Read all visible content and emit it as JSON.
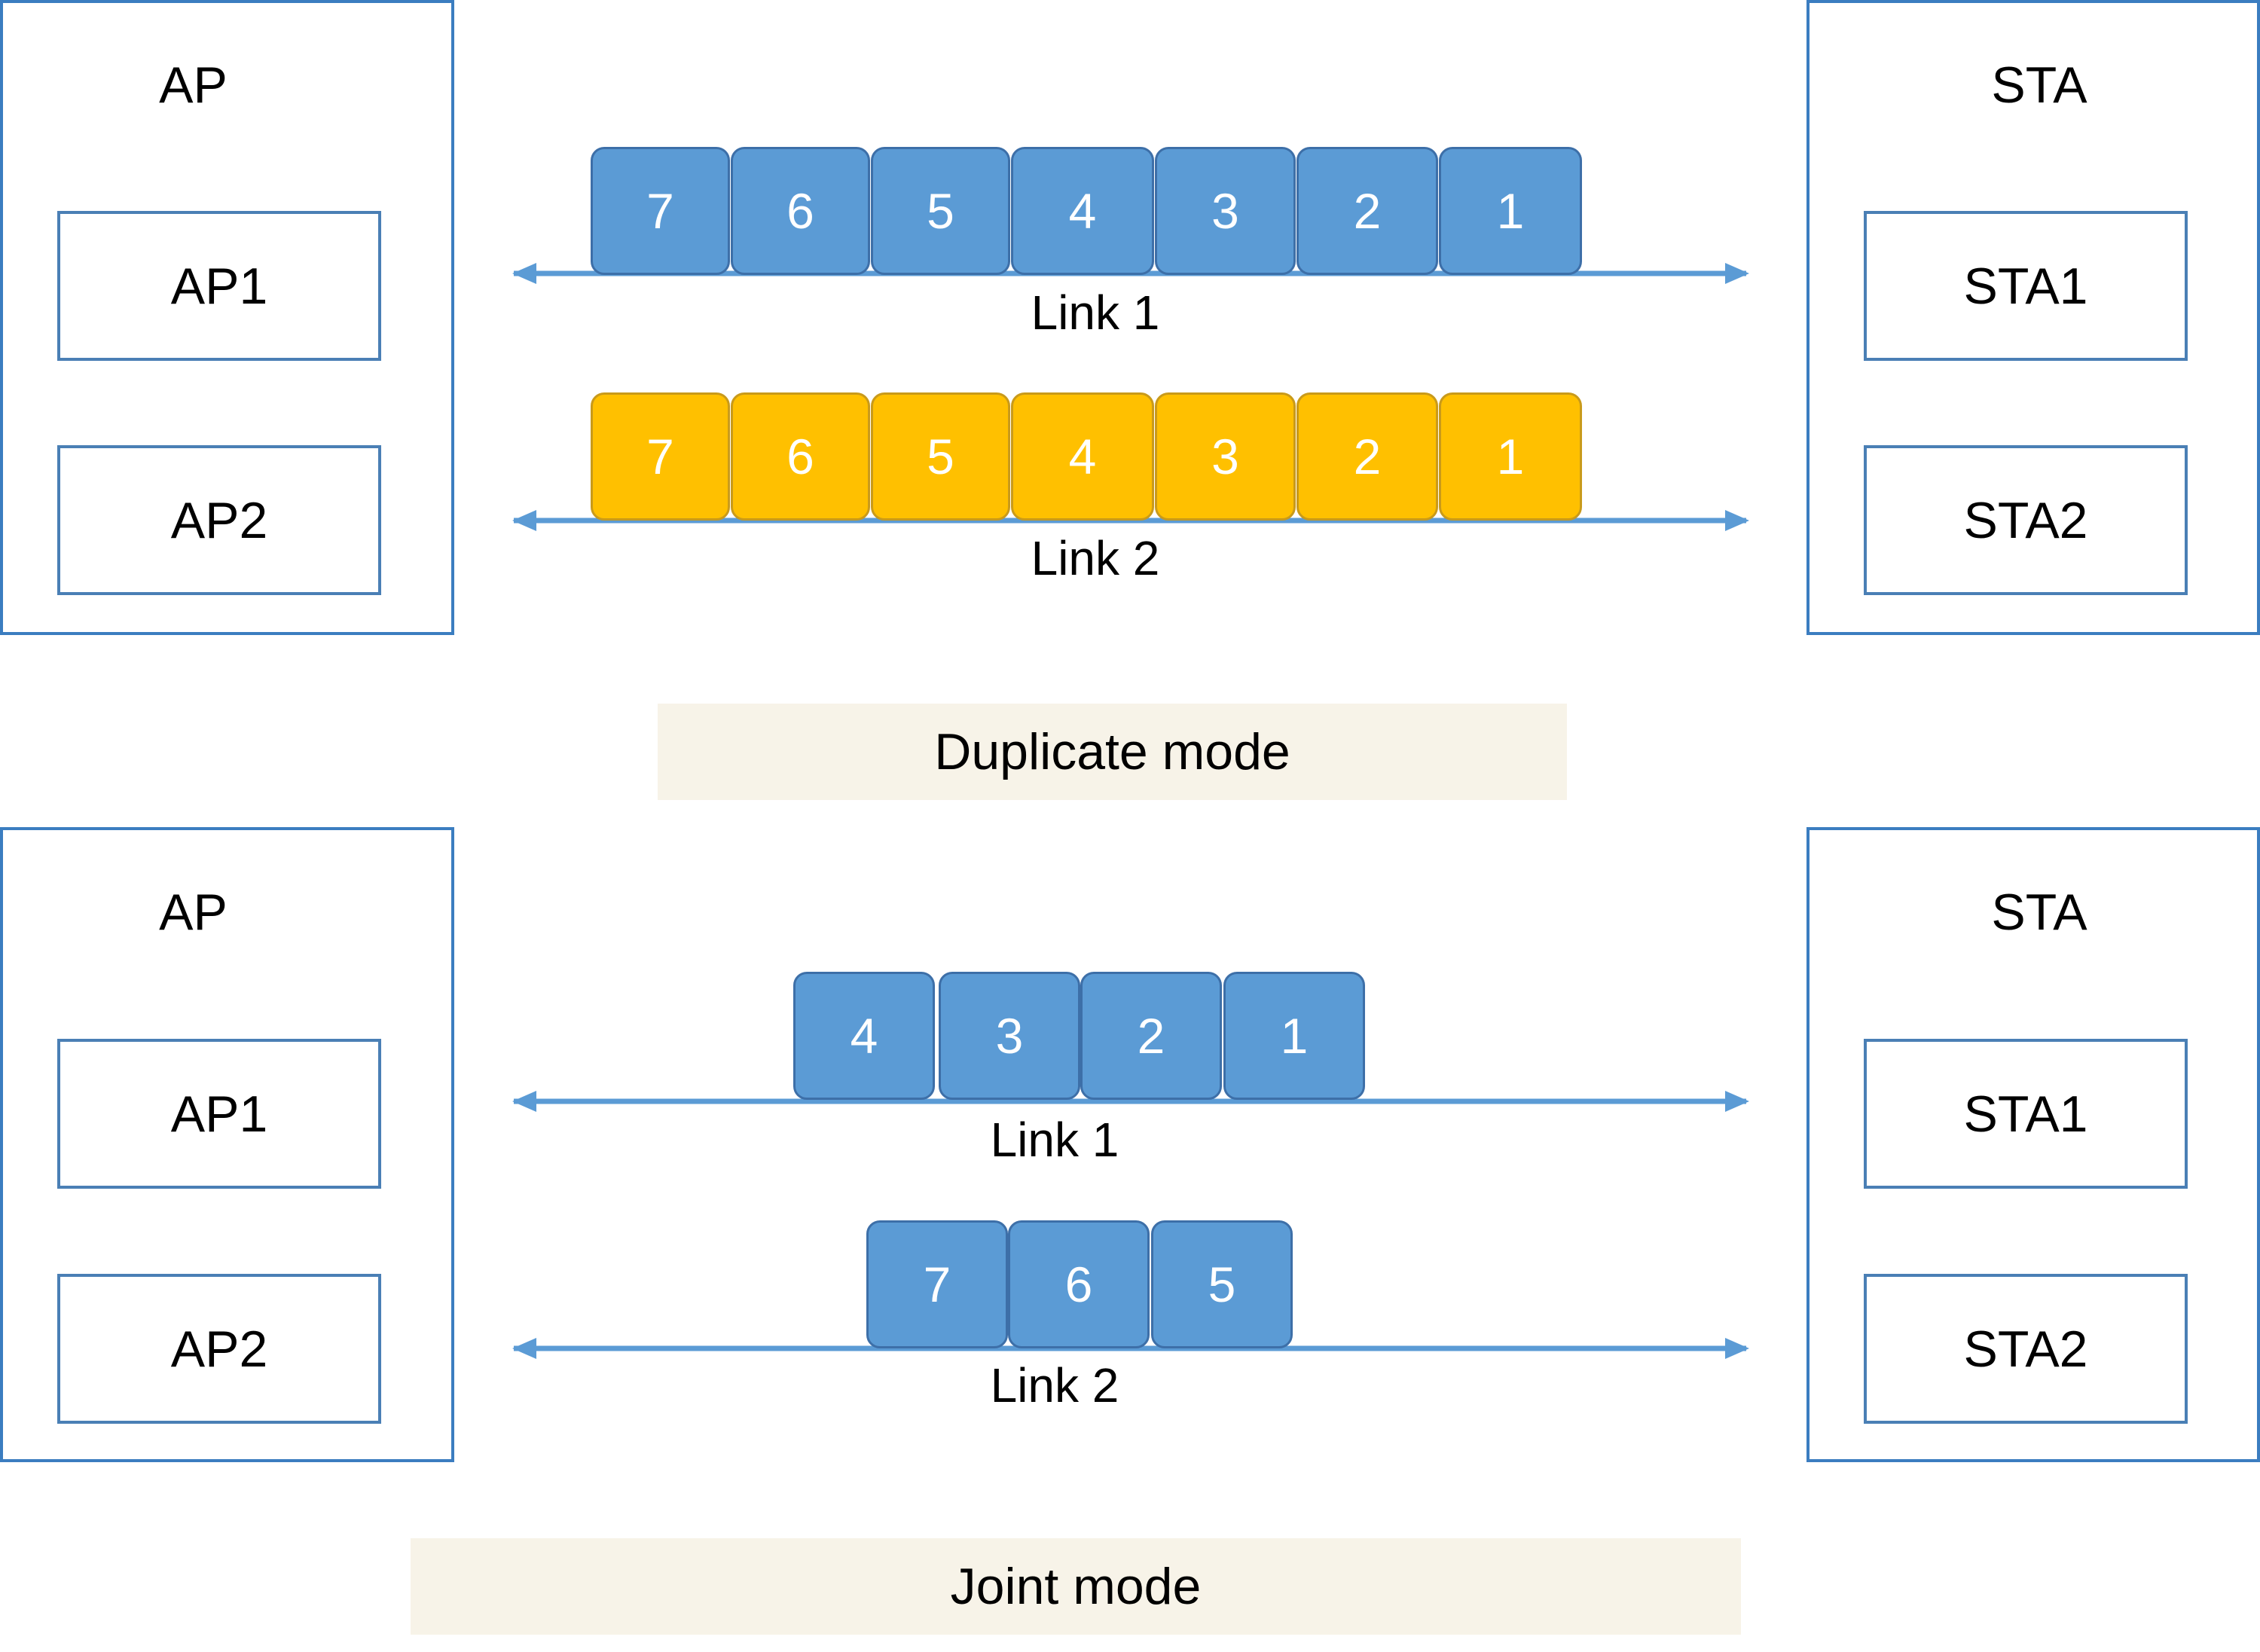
{
  "colors": {
    "box_border": "#3b7dc0",
    "link_line": "#5b9bd5",
    "frame_blue": "#5b9bd5",
    "frame_yellow": "#ffc000",
    "caption_bg": "#f7f3e8"
  },
  "sections": [
    {
      "caption": "Duplicate mode",
      "ap": {
        "title": "AP",
        "sub1": "AP1",
        "sub2": "AP2"
      },
      "sta": {
        "title": "STA",
        "sub1": "STA1",
        "sub2": "STA2"
      },
      "link1": {
        "label": "Link 1",
        "frames": [
          "7",
          "6",
          "5",
          "4",
          "3",
          "2",
          "1"
        ],
        "color": "blue"
      },
      "link2": {
        "label": "Link 2",
        "frames": [
          "7",
          "6",
          "5",
          "4",
          "3",
          "2",
          "1"
        ],
        "color": "yellow"
      }
    },
    {
      "caption": "Joint mode",
      "ap": {
        "title": "AP",
        "sub1": "AP1",
        "sub2": "AP2"
      },
      "sta": {
        "title": "STA",
        "sub1": "STA1",
        "sub2": "STA2"
      },
      "link1": {
        "label": "Link 1",
        "frames": [
          "4",
          "3",
          "2",
          "1"
        ],
        "color": "blue"
      },
      "link2": {
        "label": "Link 2",
        "frames": [
          "7",
          "6",
          "5"
        ],
        "color": "blue"
      }
    }
  ]
}
